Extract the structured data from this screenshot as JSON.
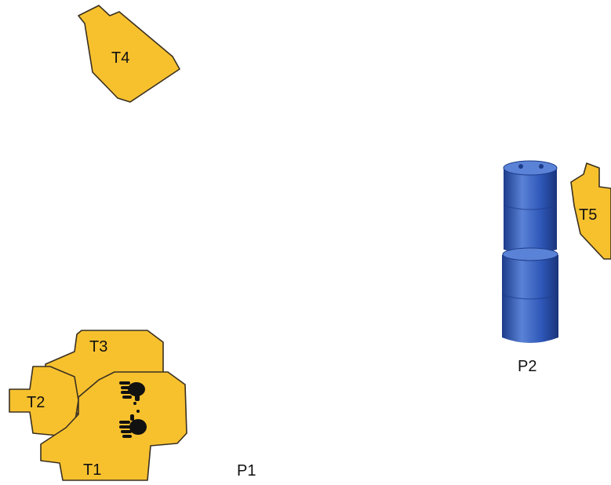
{
  "colors": {
    "target_fill": "#f7c12e",
    "target_edge": "#3a3020",
    "barrel_blue": "#2e57b8",
    "barrel_dark": "#1d3c8a",
    "barrel_light": "#5a82d6",
    "handprint": "#111111"
  },
  "targets": [
    {
      "id": "t1",
      "label": "T1"
    },
    {
      "id": "t2",
      "label": "T2"
    },
    {
      "id": "t3",
      "label": "T3"
    },
    {
      "id": "t4",
      "label": "T4"
    },
    {
      "id": "t5",
      "label": "T5"
    }
  ],
  "positions": [
    {
      "id": "p1",
      "label": "P1"
    },
    {
      "id": "p2",
      "label": "P2"
    }
  ],
  "icons": {
    "barrel": "stacked-blue-barrels-icon",
    "handprint": "handprint-icon"
  }
}
